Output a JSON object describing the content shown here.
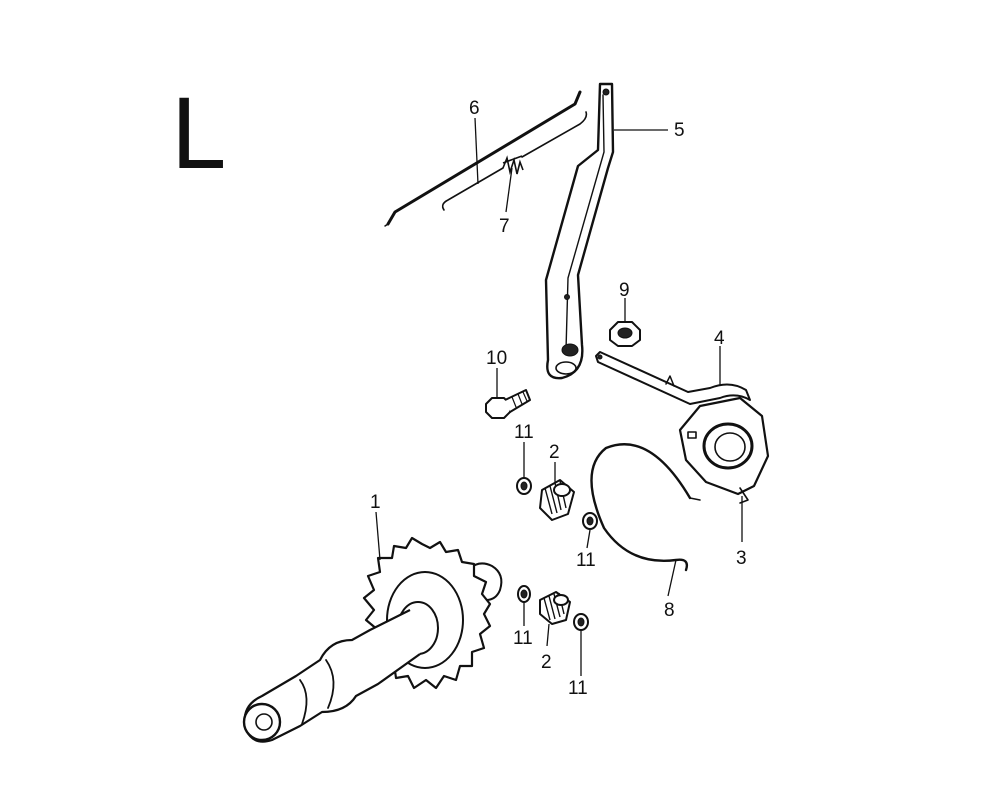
{
  "section": {
    "letter": "L"
  },
  "callouts": [
    {
      "id": "c1",
      "text": "1"
    },
    {
      "id": "c2a",
      "text": "2"
    },
    {
      "id": "c2b",
      "text": "2"
    },
    {
      "id": "c3",
      "text": "3"
    },
    {
      "id": "c4",
      "text": "4"
    },
    {
      "id": "c5",
      "text": "5"
    },
    {
      "id": "c6",
      "text": "6"
    },
    {
      "id": "c7",
      "text": "7"
    },
    {
      "id": "c8",
      "text": "8"
    },
    {
      "id": "c9",
      "text": "9"
    },
    {
      "id": "c10",
      "text": "10"
    },
    {
      "id": "c11a",
      "text": "11"
    },
    {
      "id": "c11b",
      "text": "11"
    },
    {
      "id": "c11c",
      "text": "11"
    },
    {
      "id": "c11d",
      "text": "11"
    }
  ]
}
